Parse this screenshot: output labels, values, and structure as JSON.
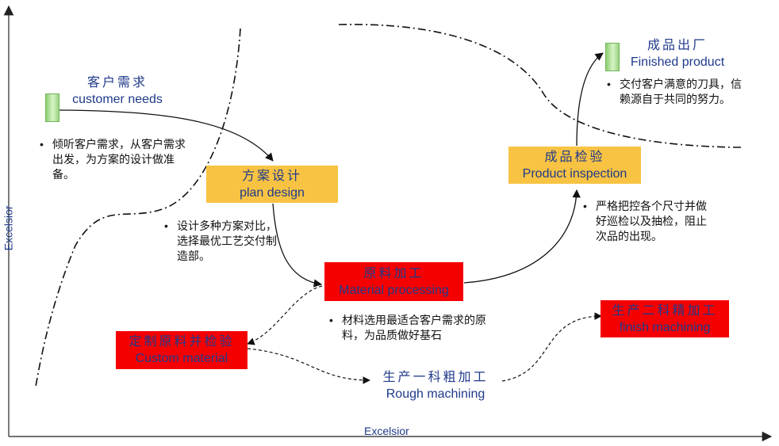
{
  "axes": {
    "x_label": "Excelsior",
    "y_label": "Excelsior"
  },
  "nodes": {
    "customer_needs": {
      "zh": "客户需求",
      "en": "customer needs"
    },
    "plan_design": {
      "zh": "方案设计",
      "en": "plan design",
      "color": "#f8c343"
    },
    "material_processing": {
      "zh": "原料加工",
      "en": "Material processing",
      "color": "#f50000"
    },
    "product_inspection": {
      "zh": "成品检验",
      "en": "Product inspection",
      "color": "#f8c343"
    },
    "finished_product": {
      "zh": "成品出厂",
      "en": "Finished product"
    },
    "custom_material": {
      "zh": "定制原料并检验",
      "en": "Custom material",
      "color": "#f50000"
    },
    "rough_machining": {
      "zh": "生产一科粗加工",
      "en": "Rough machining"
    },
    "finish_machining": {
      "zh": "生产二科精加工",
      "en": "finish machining",
      "color": "#f50000"
    }
  },
  "notes": {
    "customer_needs": "倾听客户需求，从客户需求出发，为方案的设计做准备。",
    "plan_design": "设计多种方案对比，选择最优工艺交付制造部。",
    "material_processing": "材料选用最适合客户需求的原料，为品质做好基石",
    "product_inspection": "严格把控各个尺寸并做好巡检以及抽检，阻止次品的出现。",
    "finished_product": "交付客户满意的刀具，信赖源自于共同的努力。"
  }
}
